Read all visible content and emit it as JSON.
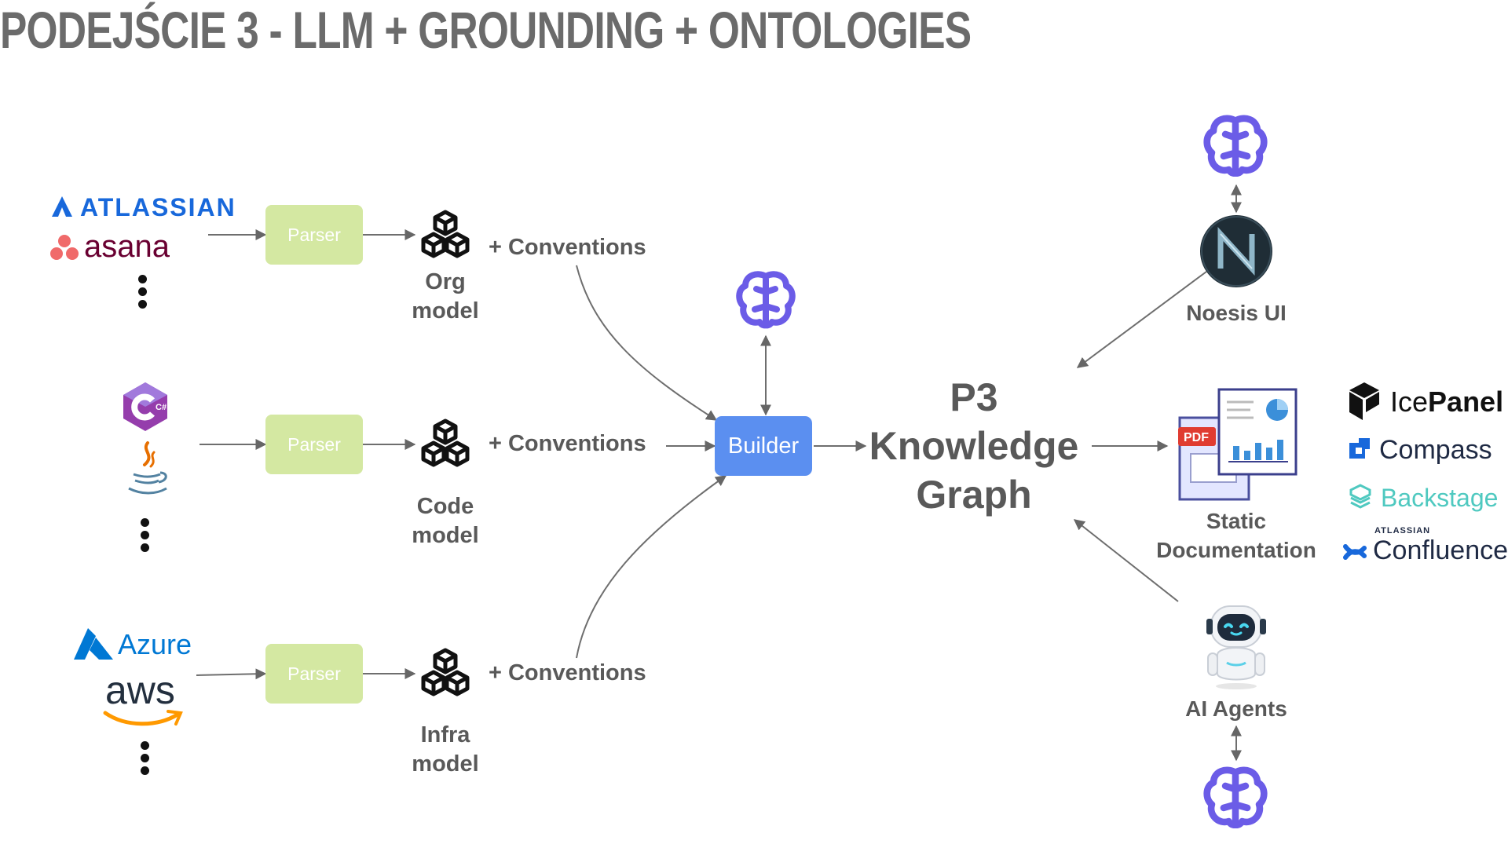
{
  "title": "PODEJŚCIE 3 - LLM + GROUNDING + ONTOLOGIES",
  "sources": {
    "org": [
      "ATLASSIAN",
      "asana"
    ],
    "code": [
      "C#",
      "Java"
    ],
    "infra": [
      "Azure",
      "aws"
    ]
  },
  "parser_label": "Parser",
  "models": {
    "org": [
      "Org",
      "model"
    ],
    "code": [
      "Code",
      "model"
    ],
    "infra": [
      "Infra",
      "model"
    ]
  },
  "conventions_label": "+ Conventions",
  "builder_label": "Builder",
  "knowledge_graph": [
    "P3",
    "Knowledge",
    "Graph"
  ],
  "outputs": {
    "noesis": "Noesis UI",
    "static_docs": [
      "Static",
      "Documentation"
    ],
    "ai_agents": "AI Agents"
  },
  "tools": {
    "icepanel": [
      "Ice",
      "Panel"
    ],
    "compass": "Compass",
    "backstage": "Backstage",
    "confluence_small": "ATLASSIAN",
    "confluence": "Confluence"
  },
  "pdf_badge": "PDF",
  "colors": {
    "title": "#6b6b6b",
    "parser_bg": "#d4e8a2",
    "builder_bg": "#5b8ff0",
    "brain": "#6b5ce7",
    "atlassian": "#1868db",
    "asana": "#f06a6a",
    "azure": "#0078d4",
    "aws_smile": "#ff9900"
  }
}
